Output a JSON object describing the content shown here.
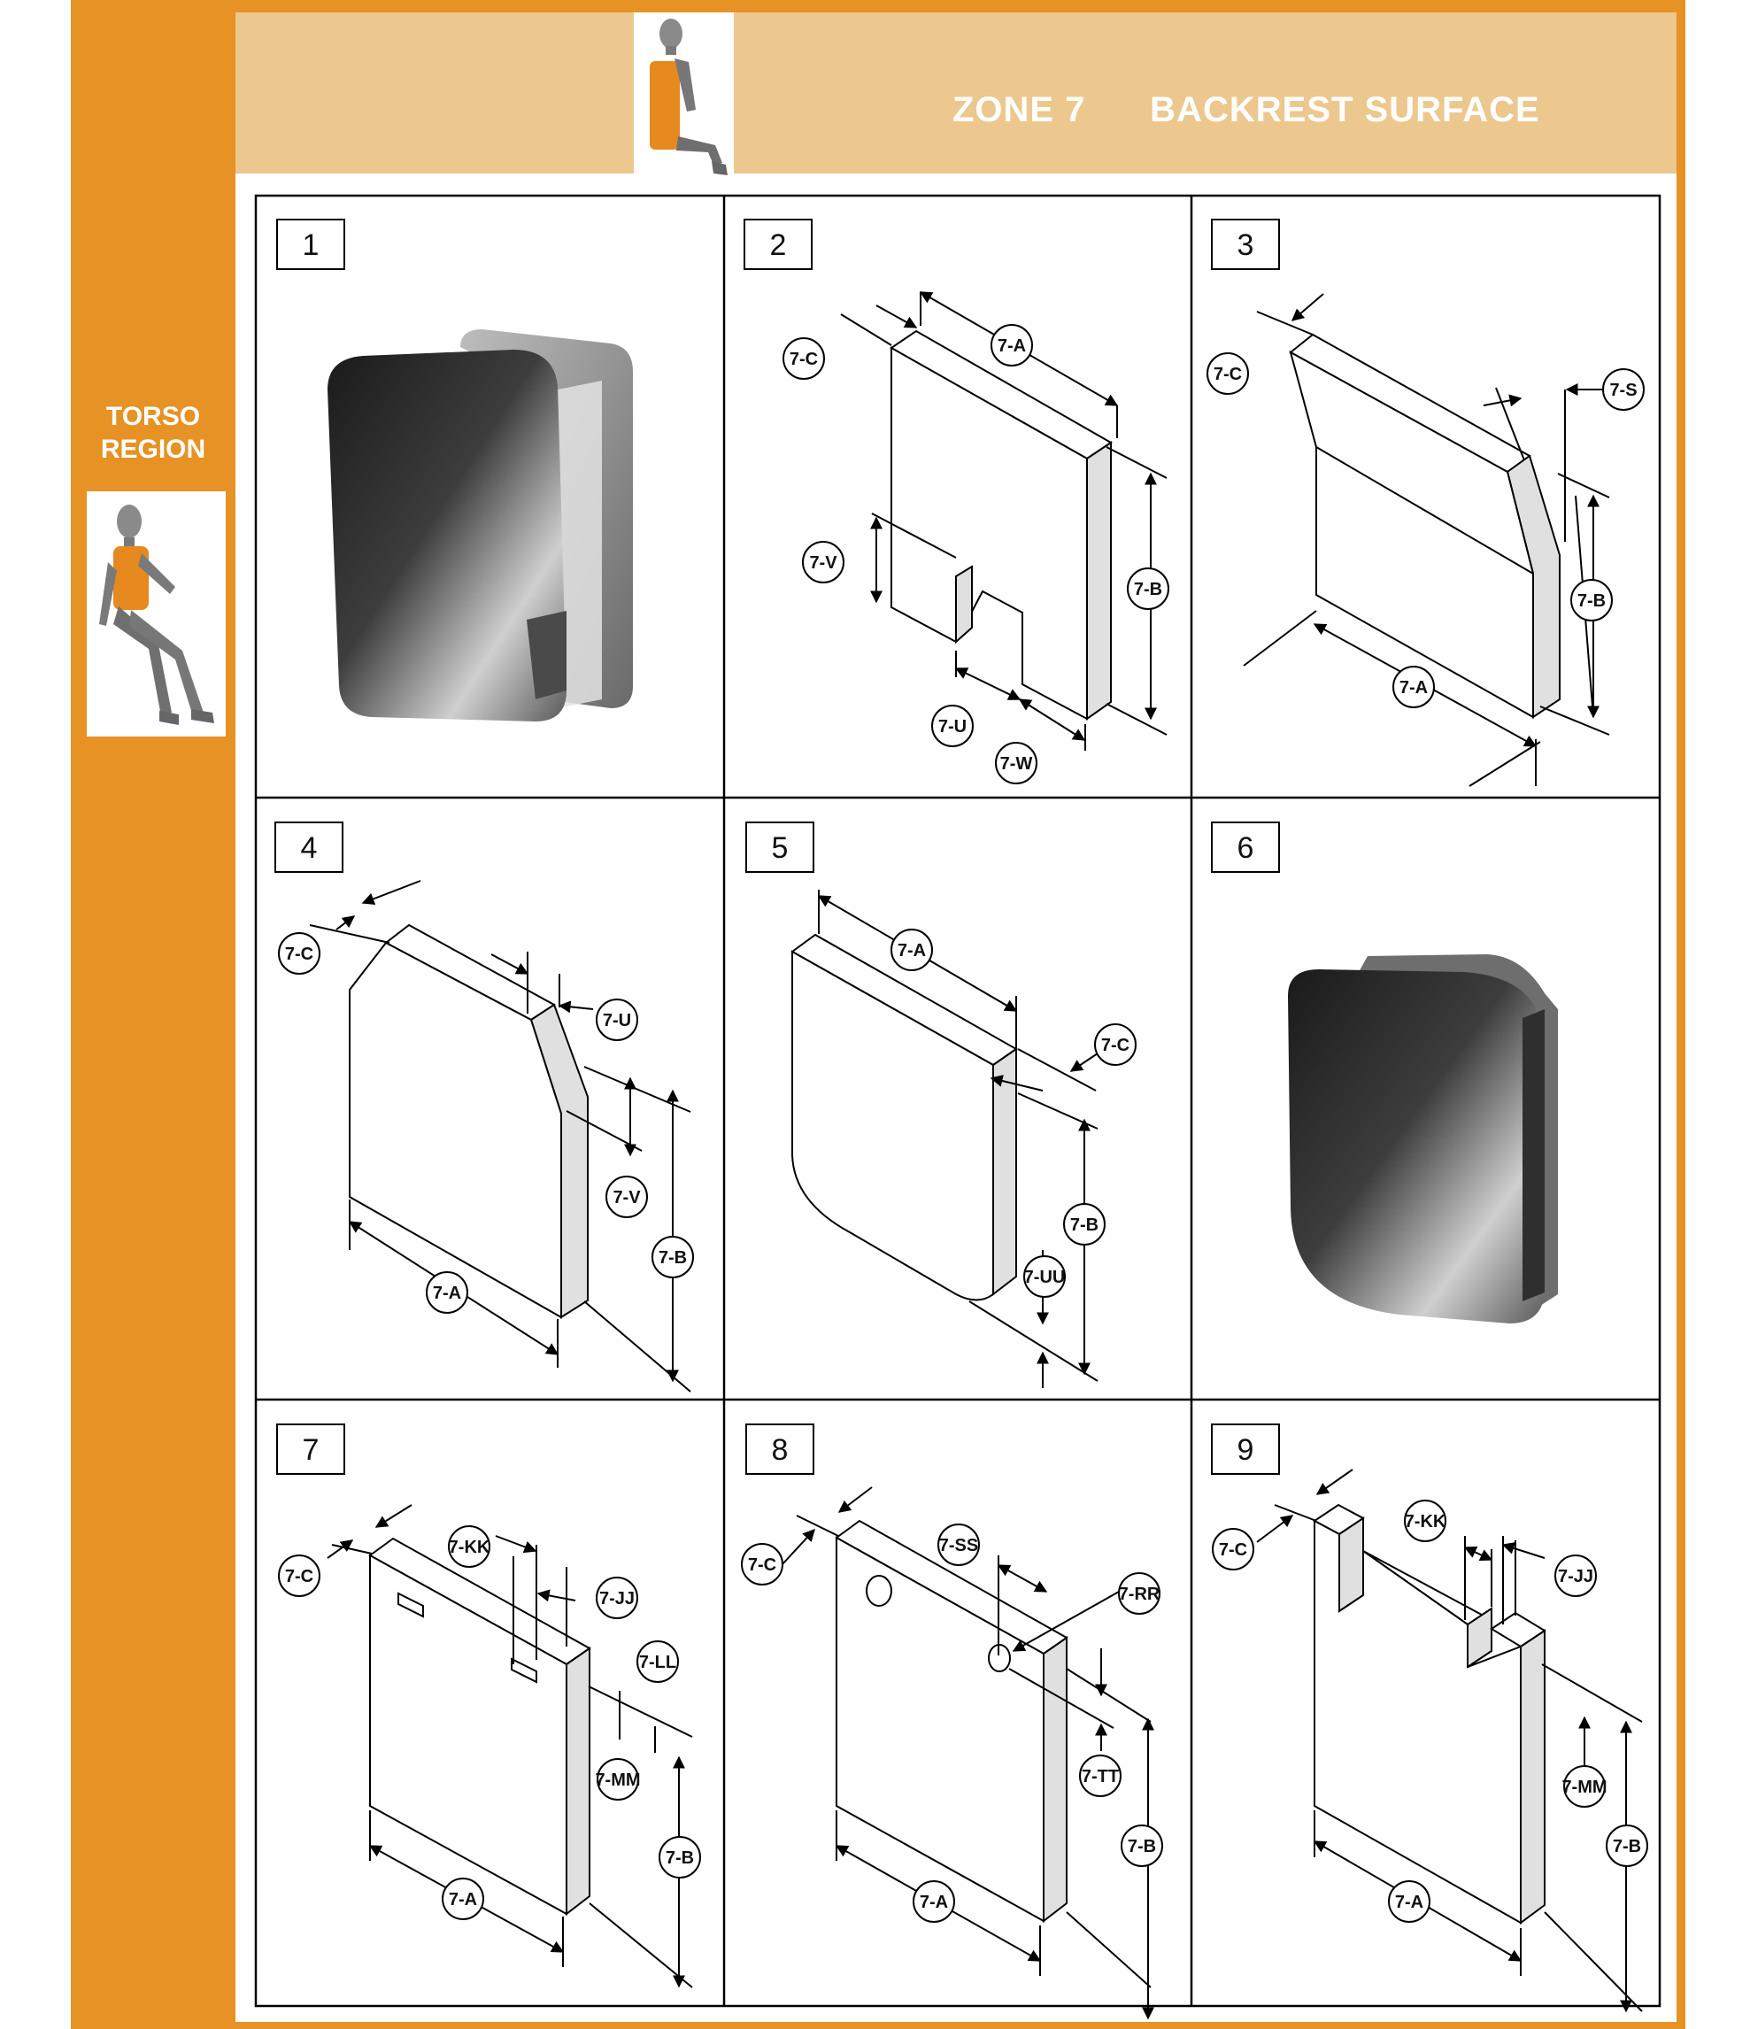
{
  "header": {
    "zone": "ZONE 7",
    "title": "BACKREST SURFACE"
  },
  "region": {
    "line1": "TORSO",
    "line2": "REGION"
  },
  "colors": {
    "accent": "#e69225",
    "header_bg": "#ecc88f",
    "body_orange": "#e6891e"
  },
  "panels": [
    {
      "number": "1",
      "callouts": []
    },
    {
      "number": "2",
      "callouts": [
        "7-A",
        "7-B",
        "7-C",
        "7-V",
        "7-U",
        "7-W"
      ]
    },
    {
      "number": "3",
      "callouts": [
        "7-C",
        "7-S",
        "7-B",
        "7-A"
      ]
    },
    {
      "number": "4",
      "callouts": [
        "7-C",
        "7-U",
        "7-V",
        "7-B",
        "7-A"
      ]
    },
    {
      "number": "5",
      "callouts": [
        "7-A",
        "7-C",
        "7-B",
        "7-UU"
      ]
    },
    {
      "number": "6",
      "callouts": []
    },
    {
      "number": "7",
      "callouts": [
        "7-C",
        "7-KK",
        "7-JJ",
        "7-LL",
        "7-MM",
        "7-B",
        "7-A"
      ]
    },
    {
      "number": "8",
      "callouts": [
        "7-C",
        "7-SS",
        "7-RR",
        "7-TT",
        "7-B",
        "7-A"
      ]
    },
    {
      "number": "9",
      "callouts": [
        "7-C",
        "7-KK",
        "7-JJ",
        "7-MM",
        "7-B",
        "7-A"
      ]
    }
  ]
}
